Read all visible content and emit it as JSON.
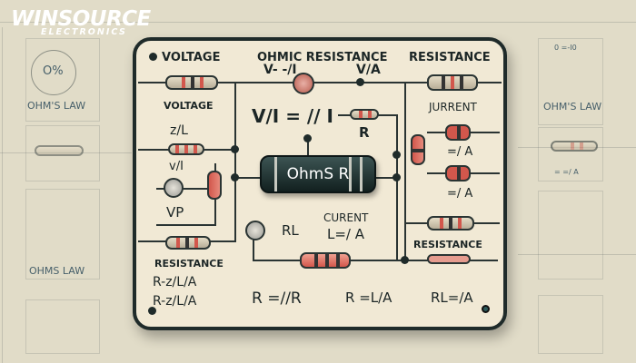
{
  "logo": {
    "brand": "WINSOURCE",
    "sub": "ELECTRONICS"
  },
  "background": {
    "left_circle_text": "O%",
    "left_label_1": "OHM'S LAW",
    "left_label_2": "OHMS LAW",
    "right_top_formula": "0 =-I0",
    "right_label": "OHM'S LAW",
    "right_formula": "= =/ A"
  },
  "panel": {
    "top_left_label": "VOLTAGE",
    "top_center_label": "OHMIC RESISTANCE",
    "top_right_label": "RESISTANCE",
    "top_formula_1": "V- -/I",
    "top_formula_2": "V/A",
    "left_voltage": "VOLTAGE",
    "left_f1": "z/L",
    "left_f2": "v/I",
    "left_vp": "VP",
    "center_formula": "V/I = // I",
    "center_r": "R",
    "component_label": "OhmS R",
    "right_current": "JURRENT",
    "right_f1": "=/ A",
    "right_f2": "=/ A",
    "current_label": "CURENT",
    "rl_label": "RL",
    "current_formula": "L=/ A",
    "right_resistance": "RESISTANCE",
    "left_resistance": "RESISTANCE",
    "left_r1": "R-z/L/A",
    "left_r2": "R-z/L/A",
    "bottom_f1": "R =//R",
    "bottom_f2": "R =L/A",
    "bottom_f3": "RL=/A"
  },
  "colors": {
    "panel": "#f1e9d5",
    "border": "#1f2b2a",
    "band": "#d2574c",
    "bg": "#e1dcc8"
  }
}
